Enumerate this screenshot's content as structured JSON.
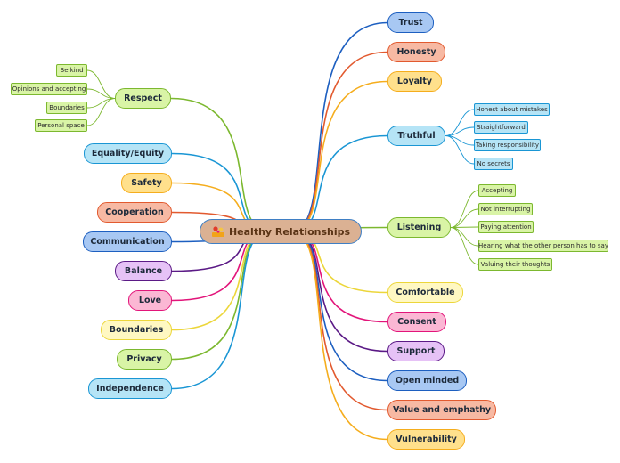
{
  "center": {
    "label": "Healthy Relationships",
    "icon": "people-heart-icon"
  },
  "colors": {
    "green": {
      "stroke": "#7cb82f",
      "fill": "#d9f4a6"
    },
    "blue": {
      "stroke": "#1a96d4",
      "fill": "#b5e4f6"
    },
    "orange": {
      "stroke": "#f5ad1d",
      "fill": "#ffe08c"
    },
    "red": {
      "stroke": "#e25a2f",
      "fill": "#f7b9a3"
    },
    "navy": {
      "stroke": "#1d5fc0",
      "fill": "#a8c8f3"
    },
    "purple": {
      "stroke": "#5b1a86",
      "fill": "#e6c2f6"
    },
    "pink": {
      "stroke": "#e2157a",
      "fill": "#fbb7d4"
    },
    "yellow": {
      "stroke": "#ecd63a",
      "fill": "#fff8c2"
    }
  },
  "left_branches": [
    {
      "label": "Respect",
      "color": "green",
      "children": [
        "Be kind",
        "Opinions and accepting",
        "Boundaries",
        "Personal space"
      ]
    },
    {
      "label": "Equality/Equity",
      "color": "blue"
    },
    {
      "label": "Safety",
      "color": "orange"
    },
    {
      "label": "Cooperation",
      "color": "red"
    },
    {
      "label": "Communication",
      "color": "navy"
    },
    {
      "label": "Balance",
      "color": "purple"
    },
    {
      "label": "Love",
      "color": "pink"
    },
    {
      "label": "Boundaries",
      "color": "yellow"
    },
    {
      "label": "Privacy",
      "color": "green"
    },
    {
      "label": "Independence",
      "color": "blue"
    }
  ],
  "right_branches": [
    {
      "label": "Trust",
      "color": "navy"
    },
    {
      "label": "Honesty",
      "color": "red"
    },
    {
      "label": "Loyalty",
      "color": "orange"
    },
    {
      "label": "Truthful",
      "color": "blue",
      "children": [
        "Honest about mistakes",
        "Straightforward",
        "Taking responsibility",
        "No secrets"
      ]
    },
    {
      "label": "Listening",
      "color": "green",
      "children": [
        "Accepting",
        "Not interrupting",
        "Paying attention",
        "Hearing what the other person has to say",
        "Valuing their thoughts"
      ]
    },
    {
      "label": "Comfortable",
      "color": "yellow"
    },
    {
      "label": "Consent",
      "color": "pink"
    },
    {
      "label": "Support",
      "color": "purple"
    },
    {
      "label": "Open minded",
      "color": "navy"
    },
    {
      "label": "Value and emphathy",
      "color": "red"
    },
    {
      "label": "Vulnerability",
      "color": "orange"
    }
  ]
}
